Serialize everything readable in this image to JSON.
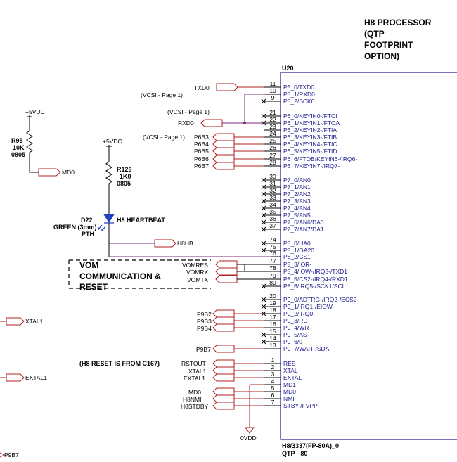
{
  "title": [
    "H8 PROCESSOR",
    "(QTP",
    "FOOTPRINT",
    "OPTION)"
  ],
  "chip": {
    "ref": "U20",
    "part": "H8/3337(FP-80A)_0",
    "package": "QTP - 80",
    "pins": [
      {
        "num": "11",
        "name": "P5_0/TXD0"
      },
      {
        "num": "10",
        "name": "P5_1/RXD0"
      },
      {
        "num": "9",
        "name": "P5_2/SCK0"
      },
      {
        "num": "21",
        "name": "P6_0/KEYIN0-/FTCI"
      },
      {
        "num": "22",
        "name": "P6_1/KEYIN1-/FTOA"
      },
      {
        "num": "23",
        "name": "P6_2/KEYIN2-/FTIA"
      },
      {
        "num": "24",
        "name": "P6_3/KEYIN3-/FTIB"
      },
      {
        "num": "25",
        "name": "P6_4/KEYIN4-/FTIC"
      },
      {
        "num": "26",
        "name": "P6_5/KEYIN5-/FTID"
      },
      {
        "num": "27",
        "name": "P6_6/FTOB/KEYIN6-/IRQ6-"
      },
      {
        "num": "28",
        "name": "P6_7/KEYIN7-/IRQ7-"
      },
      {
        "num": "30",
        "name": "P7_0/AN0"
      },
      {
        "num": "31",
        "name": "P7_1/AN1"
      },
      {
        "num": "32",
        "name": "P7_2/AN2"
      },
      {
        "num": "33",
        "name": "P7_3/AN3"
      },
      {
        "num": "34",
        "name": "P7_4/AN4"
      },
      {
        "num": "35",
        "name": "P7_5/AN5"
      },
      {
        "num": "36",
        "name": "P7_6/AN6/DA0"
      },
      {
        "num": "37",
        "name": "P7_7/AN7/DA1"
      },
      {
        "num": "74",
        "name": "P8_0/HA0"
      },
      {
        "num": "75",
        "name": "P8_1/GA20"
      },
      {
        "num": "76",
        "name": "P8_2/CS1-"
      },
      {
        "num": "77",
        "name": "P8_3/IOR-"
      },
      {
        "num": "78",
        "name": "P8_4/IOW-/IRQ3-/TXD1"
      },
      {
        "num": "79",
        "name": "P8_5/CS2-/IRQ4-/RXD1"
      },
      {
        "num": "80",
        "name": "P8_6/IRQ5-/SCK1/SCL"
      },
      {
        "num": "20",
        "name": "P9_0/ADTRG-/IRQ2-/ECS2-"
      },
      {
        "num": "19",
        "name": "P9_1/IRQ1-/EIOW-"
      },
      {
        "num": "18",
        "name": "P9_2/IRQ0-"
      },
      {
        "num": "17",
        "name": "P9_3/RD-"
      },
      {
        "num": "16",
        "name": "P9_4/WR-"
      },
      {
        "num": "15",
        "name": "P9_5/AS-"
      },
      {
        "num": "14",
        "name": "P9_6/0"
      },
      {
        "num": "13",
        "name": "P9_7/WAIT-/SDA"
      },
      {
        "num": "1",
        "name": "RES-"
      },
      {
        "num": "2",
        "name": "XTAL"
      },
      {
        "num": "3",
        "name": "EXTAL"
      },
      {
        "num": "4",
        "name": "MD1"
      },
      {
        "num": "5",
        "name": "MD0"
      },
      {
        "num": "6",
        "name": "NMI-"
      },
      {
        "num": "7",
        "name": "STBY-/FVPP"
      }
    ]
  },
  "nets": {
    "txd0": "TXD0",
    "rxd0": "RXD0",
    "p6b3": "P6B3",
    "p6b4": "P6B4",
    "p6b5": "P6B5",
    "p6b6": "P6B6",
    "p6b7": "P6B7",
    "h8hb": "H8HB",
    "vomres": "VOMRES",
    "vomrx": "VOMRX",
    "vomtx": "VOMTX",
    "p9b2": "P9B2",
    "p9b3": "P9B3",
    "p9b4": "P9B4",
    "p9b7": "P9B7",
    "rstout": "RSTOUT",
    "xtal1": "XTAL1",
    "extal1": "EXTAL1",
    "md0": "MD0",
    "h8nmi": "H8NMI",
    "h8stdby": "H8STDBY",
    "ovdd": "0VDD",
    "vdd5a": "+5VDC",
    "vdd5b": "+5VDC",
    "md0_left": "MD0",
    "xtal1_left": "XTAL1",
    "extal1_left": "EXTAL1",
    "p9b7_left": "P9B7"
  },
  "notes": {
    "vcsi1": "(VCSI - Page 1)",
    "vcsi2": "(VCSI - Page 1)",
    "vcsi3": "(VCSI - Page 1)",
    "h8reset": "(H8 RESET IS FROM C167)",
    "vom": [
      "VOM",
      "COMMUNICATION &",
      "RESET"
    ]
  },
  "r95": {
    "ref": "R95",
    "value": "10K",
    "size": "0805"
  },
  "r129": {
    "ref": "R129",
    "value": "1K0",
    "size": "0805"
  },
  "d22": {
    "ref": "D22",
    "color": "GREEN (3mm)",
    "mount": "PTH",
    "label": "H8 HEARTBEAT"
  }
}
